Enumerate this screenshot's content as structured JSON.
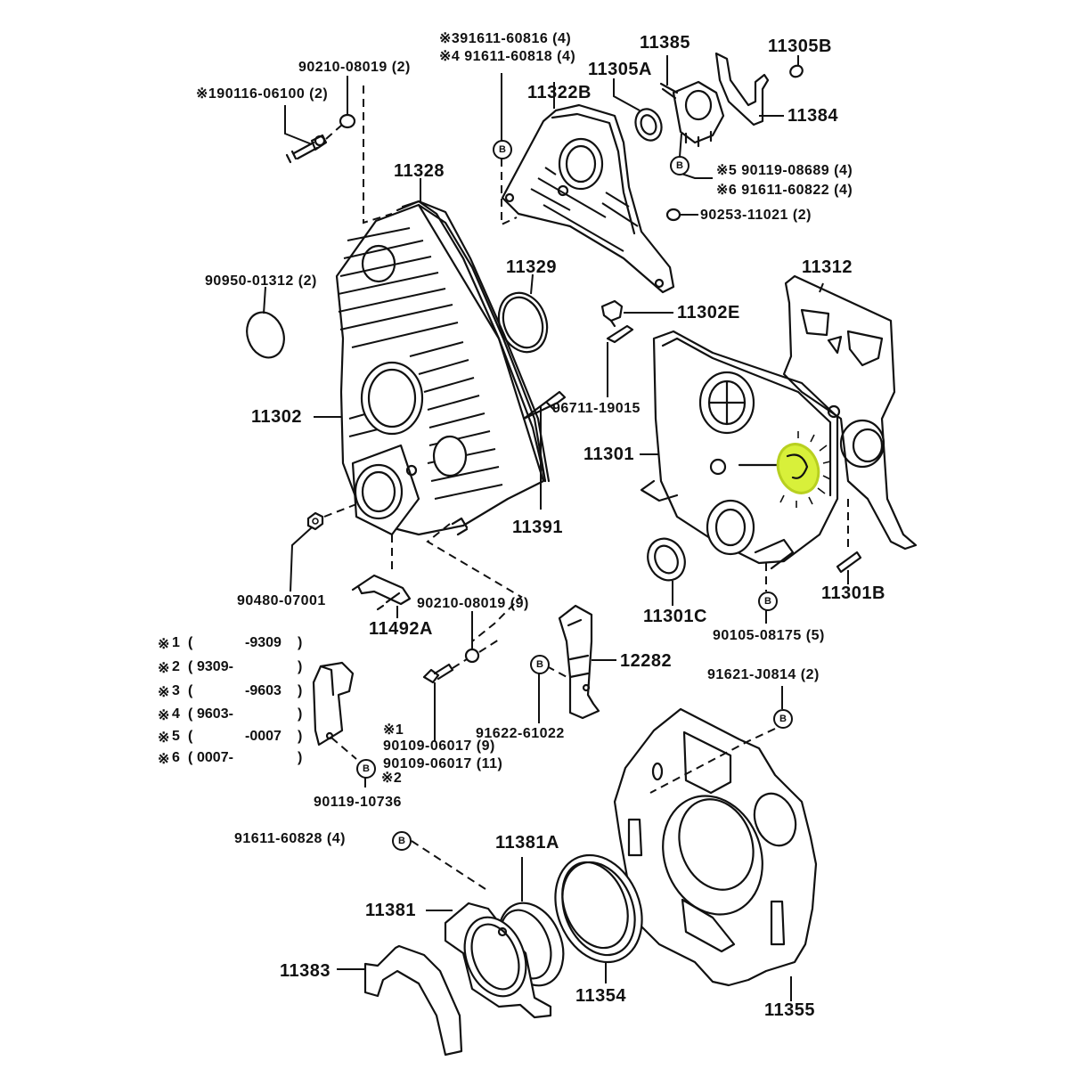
{
  "diagram": {
    "title": "Timing gear cover & rear end plate parts diagram",
    "highlight_color": "#d8f03a",
    "bolt_mark": "B",
    "labels": {
      "p90210_top": "90210-08019 (2)",
      "p90116": "※190116-06100 (2)",
      "p91611_60816": "※391611-60816 (4)",
      "p91611_60818": "※4 91611-60818 (4)",
      "p11385": "11385",
      "p11305B": "11305B",
      "p11305A": "11305A",
      "p11322B": "11322B",
      "p11384": "11384",
      "p90119_08689": "※5 90119-08689 (4)",
      "p91611_60822": "※6 91611-60822 (4)",
      "p90253": "90253-11021 (2)",
      "p11328": "11328",
      "p11329": "11329",
      "p90950": "90950-01312 (2)",
      "p11312": "11312",
      "p11302E": "11302E",
      "p96711": "96711-19015",
      "p11302": "11302",
      "p11301": "11301",
      "p11391": "11391",
      "p90480": "90480-07001",
      "p11492A": "11492A",
      "p90210_mid": "90210-08019 (9)",
      "p11301C": "11301C",
      "p11301B": "11301B",
      "p90105": "90105-08175 (5)",
      "p12282": "12282",
      "p91621": "91621-J0814 (2)",
      "p91622": "91622-61022",
      "mark1": "※1",
      "p90109_9": "90109-06017 (9)",
      "p90109_11": "90109-06017 (11)",
      "mark2": "※2",
      "p90119_10736": "90119-10736",
      "p91611_60828": "91611-60828 (4)",
      "p11381A": "11381A",
      "p11381": "11381",
      "p11383": "11383",
      "p11354": "11354",
      "p11355": "11355"
    },
    "legend": [
      {
        "mark": "※",
        "num": "1",
        "open": "(",
        "from": "",
        "to": "-9309",
        "close": ")"
      },
      {
        "mark": "※",
        "num": "2",
        "open": "(",
        "from": "9309-",
        "to": "",
        "close": ")"
      },
      {
        "mark": "※",
        "num": "3",
        "open": "(",
        "from": "",
        "to": "-9603",
        "close": ")"
      },
      {
        "mark": "※",
        "num": "4",
        "open": "(",
        "from": "9603-",
        "to": "",
        "close": ")"
      },
      {
        "mark": "※",
        "num": "5",
        "open": "(",
        "from": "",
        "to": "-0007",
        "close": ")"
      },
      {
        "mark": "※",
        "num": "6",
        "open": "(",
        "from": "0007-",
        "to": "",
        "close": ")"
      }
    ]
  }
}
